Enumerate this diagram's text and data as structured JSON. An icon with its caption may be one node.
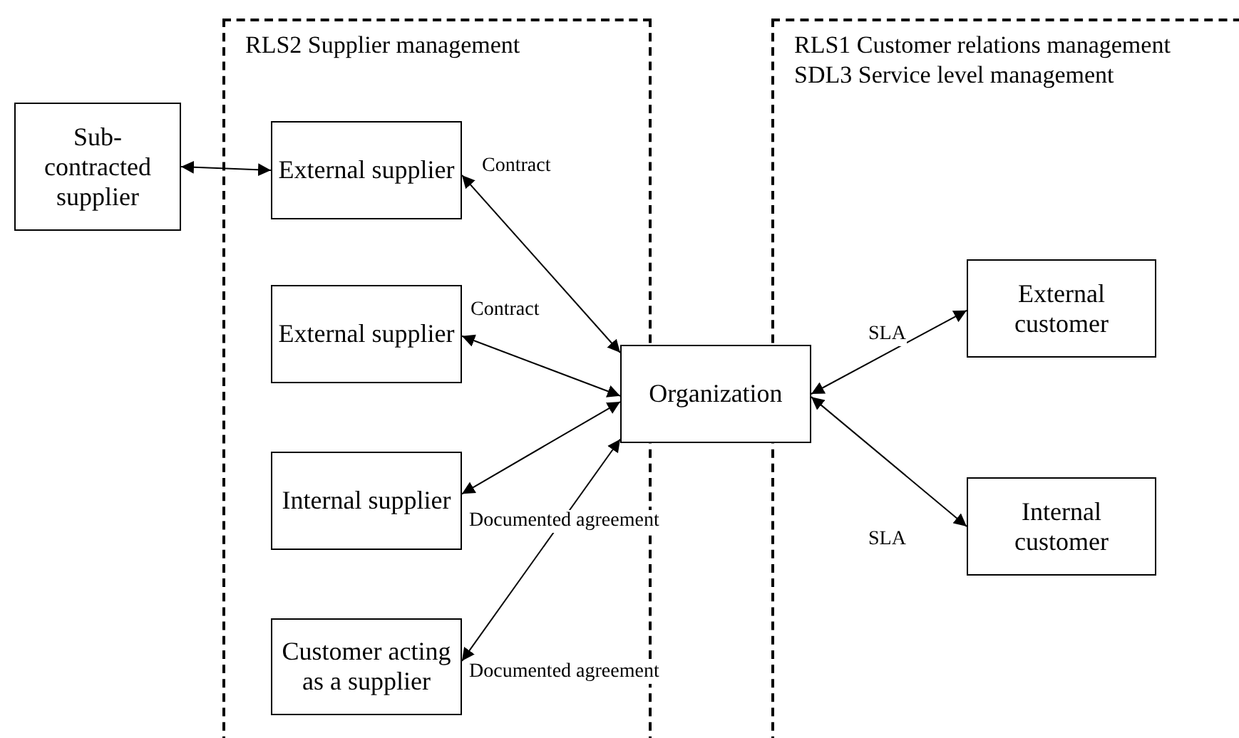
{
  "diagram": {
    "nodes": [
      {
        "text": [
          "RLS2 Supplier management"
        ]
      },
      {
        "text": [
          "RLS1 Customer relations management",
          "SDL3 Service level management"
        ]
      },
      {
        "text": [
          "Sub- contracted supplier"
        ]
      },
      {
        "text": [
          "External supplier"
        ],
        "in": 0
      },
      {
        "text": [
          "External supplier"
        ],
        "in": 0
      },
      {
        "text": [
          "Internal supplier"
        ],
        "in": 0
      },
      {
        "text": [
          "Customer acting as a supplier"
        ],
        "in": 0
      },
      {
        "text": [
          "Organization"
        ]
      },
      {
        "text": [
          "External customer"
        ],
        "in": 1
      },
      {
        "text": [
          "Internal customer"
        ],
        "in": 1
      }
    ],
    "edges": [
      {
        "from": 2,
        "to": 3,
        "arrow": "both"
      },
      {
        "from": 3,
        "to": 7,
        "arrow": "both",
        "label": "Contract"
      },
      {
        "from": 4,
        "to": 7,
        "arrow": "both",
        "label": "Contract"
      },
      {
        "from": 5,
        "to": 7,
        "arrow": "both",
        "label": "Documented agreement"
      },
      {
        "from": 6,
        "to": 7,
        "arrow": "both",
        "label": "Documented agreement"
      },
      {
        "from": 7,
        "to": 8,
        "arrow": "both",
        "label": "SLA"
      },
      {
        "from": 7,
        "to": 9,
        "arrow": "both",
        "label": "SLA"
      }
    ]
  }
}
